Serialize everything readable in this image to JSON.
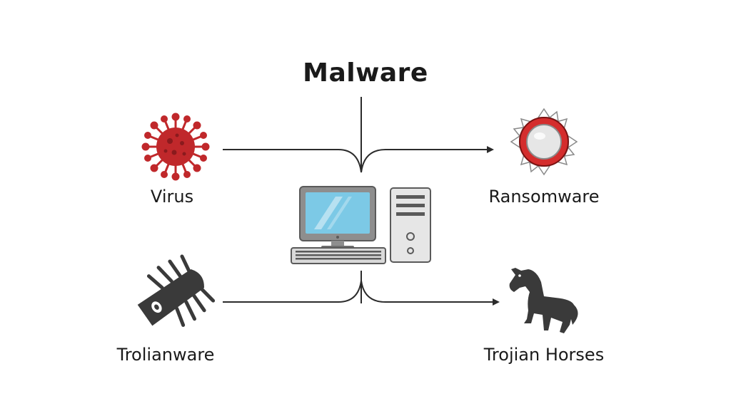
{
  "diagram": {
    "title": "Malware",
    "nodes": [
      {
        "id": "virus",
        "label": "Virus",
        "icon": "virus-icon"
      },
      {
        "id": "ransomware",
        "label": "Ransomware",
        "icon": "ransomware-icon"
      },
      {
        "id": "trolianware",
        "label": "Trolianware",
        "icon": "bug-icon"
      },
      {
        "id": "trojan",
        "label": "Trojian Horses",
        "icon": "horse-icon"
      }
    ],
    "center": {
      "icon": "computer-icon"
    },
    "colors": {
      "line": "#2b2b2b",
      "virus": "#c0282b",
      "ransom_red": "#d42d2d",
      "screen": "#7cc9e6",
      "frame": "#8e8e8e",
      "case": "#d9d9d9",
      "dark_icon": "#3a3a3a"
    }
  }
}
